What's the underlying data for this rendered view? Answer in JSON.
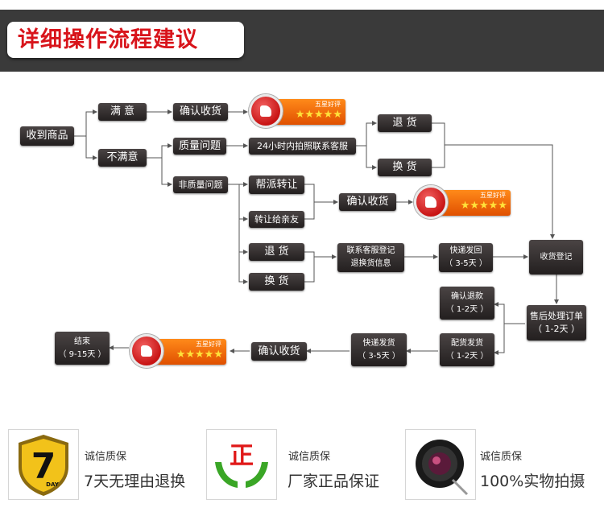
{
  "header": {
    "title": "详细操作流程建议"
  },
  "flow": {
    "start": "收到商品",
    "satisfied": "满 意",
    "confirm_receipt_1": "确认收货",
    "unsatisfied": "不满意",
    "quality_issue": "质量问题",
    "contact_service_24h": "24小时内拍照联系客服",
    "return_1": "退 货",
    "exchange_1": "换 货",
    "non_quality_issue": "非质量问题",
    "help_transfer": "帮派转让",
    "transfer_friend": "转让给亲友",
    "confirm_receipt_2": "确认收货",
    "return_2": "退 货",
    "exchange_2": "换 货",
    "contact_register_1": "联系客服登记",
    "contact_register_2": "退换货信息",
    "express_return_1": "快递发回",
    "express_return_2": "（ 3-5天 ）",
    "receipt_register": "收货登记",
    "after_sales_1": "售后处理订单",
    "after_sales_2": "（ 1-2天 ）",
    "confirm_refund_1": "确认退款",
    "confirm_refund_2": "（ 1-2天 ）",
    "ship_goods_1": "配货发货",
    "ship_goods_2": "（ 1-2天 ）",
    "express_ship_1": "快递发货",
    "express_ship_2": "（ 3-5天 ）",
    "confirm_receipt_3": "确认收货",
    "end_1": "结束",
    "end_2": "（ 9-15天 ）"
  },
  "badge": {
    "label": "五星好评",
    "stars": "★★★★★"
  },
  "features": [
    {
      "title": "诚信质保",
      "desc": "7天无理由退换",
      "icon_text": "7",
      "icon_sub": "DAY"
    },
    {
      "title": "诚信质保",
      "desc": "厂家正品保证",
      "icon_text": "正"
    },
    {
      "title": "诚信质保",
      "desc": "100%实物拍摄"
    }
  ],
  "colors": {
    "box": "#2b2626",
    "header_bg": "#3a3a3a",
    "title_red": "#d8141b",
    "badge_orange": "#f06a00",
    "line": "#555555"
  }
}
